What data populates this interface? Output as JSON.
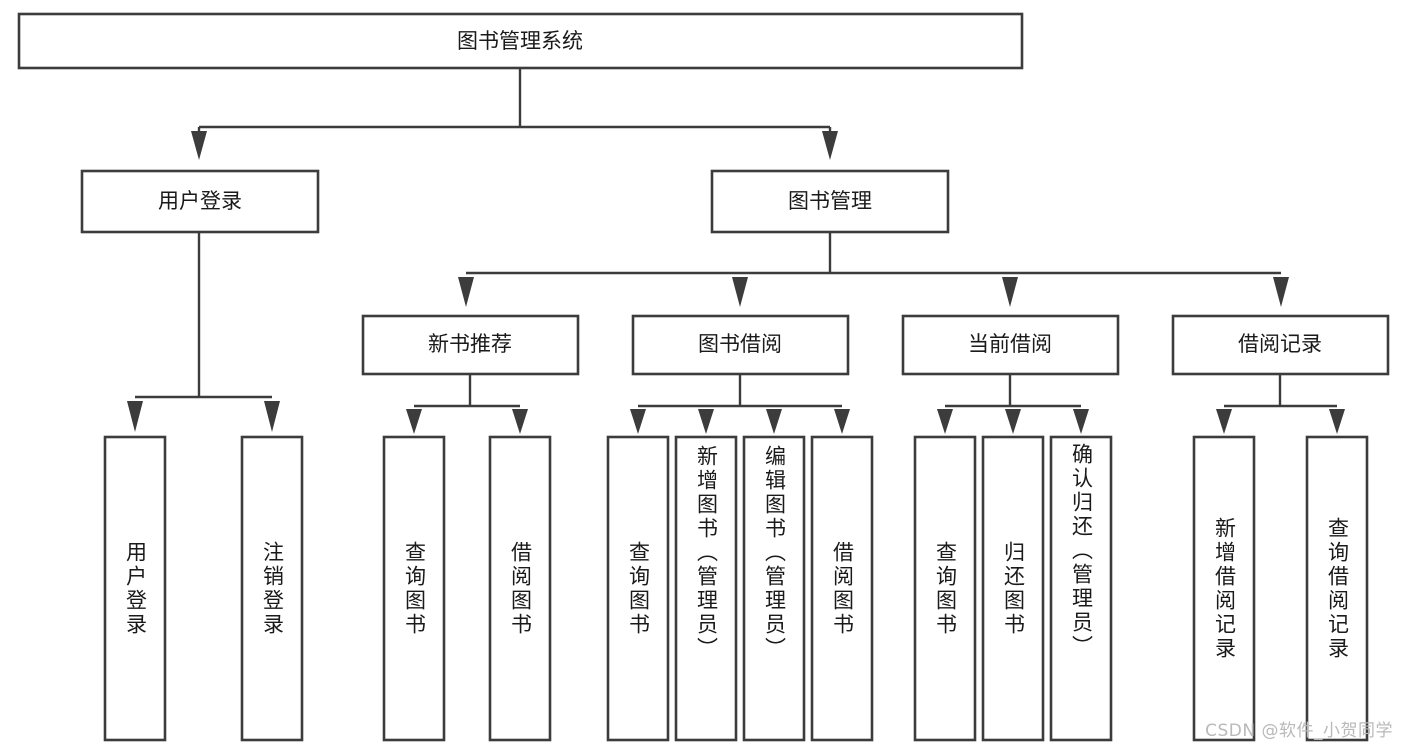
{
  "diagram": {
    "type": "tree-hierarchy",
    "title": "图书管理系统",
    "orientation": "top-down",
    "colors": {
      "box_stroke": "#3c3c3c",
      "box_fill": "#ffffff",
      "text": "#1a1a1a",
      "background": "#ffffff",
      "watermark": "#b9b9b9"
    },
    "root": {
      "label": "图书管理系统"
    },
    "level2": [
      {
        "label": "用户登录"
      },
      {
        "label": "图书管理"
      }
    ],
    "level3": [
      {
        "label": "新书推荐"
      },
      {
        "label": "图书借阅"
      },
      {
        "label": "当前借阅"
      },
      {
        "label": "借阅记录"
      }
    ],
    "leaves": {
      "user_login": [
        {
          "label": "用户登录"
        },
        {
          "label": "注销登录"
        }
      ],
      "new_book_recommend": [
        {
          "label": "查询图书"
        },
        {
          "label": "借阅图书"
        }
      ],
      "book_borrow": [
        {
          "label": "查询图书"
        },
        {
          "label": "新增图书（管理员）"
        },
        {
          "label": "编辑图书（管理员）"
        },
        {
          "label": "借阅图书"
        }
      ],
      "current_borrow": [
        {
          "label": "查询图书"
        },
        {
          "label": "归还图书"
        },
        {
          "label": "确认归还（管理员）"
        }
      ],
      "borrow_record": [
        {
          "label": "新增借阅记录"
        },
        {
          "label": "查询借阅记录"
        }
      ]
    }
  },
  "watermark": {
    "text": "CSDN @软件_小贺同学"
  }
}
